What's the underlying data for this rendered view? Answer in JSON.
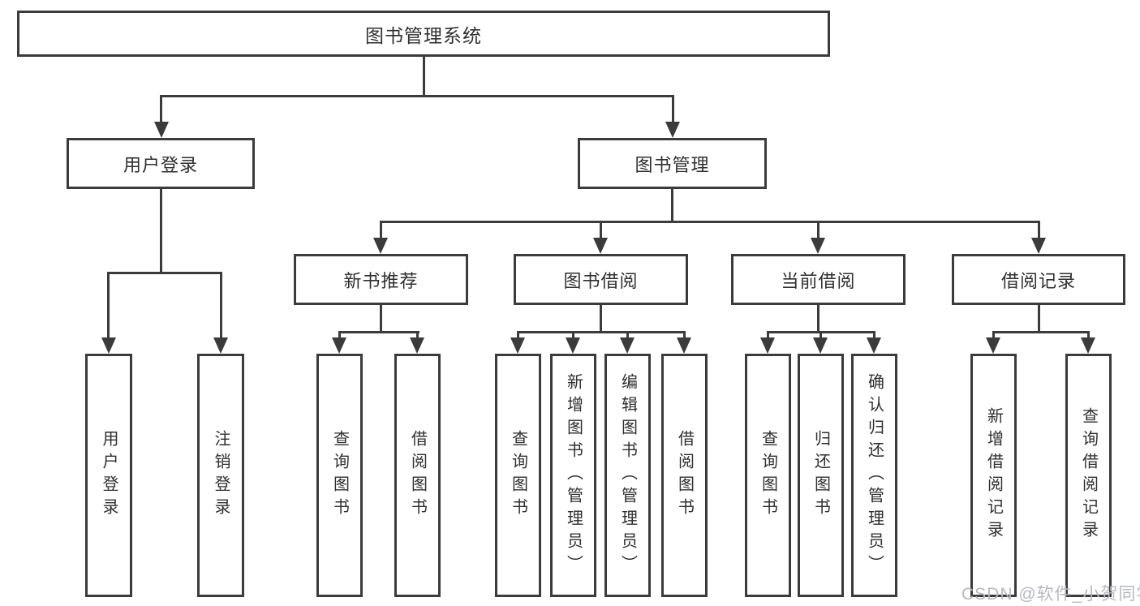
{
  "tree": {
    "root": {
      "label": "图书管理系统"
    },
    "branches": [
      {
        "label": "用户登录",
        "children": [
          {
            "label": "用户登录"
          },
          {
            "label": "注销登录"
          }
        ]
      },
      {
        "label": "图书管理",
        "children": [
          {
            "label": "新书推荐",
            "children": [
              {
                "label": "查询图书"
              },
              {
                "label": "借阅图书"
              }
            ]
          },
          {
            "label": "图书借阅",
            "children": [
              {
                "label": "查询图书"
              },
              {
                "label": "新增图书（管理员）"
              },
              {
                "label": "编辑图书（管理员）"
              },
              {
                "label": "借阅图书"
              }
            ]
          },
          {
            "label": "当前借阅",
            "children": [
              {
                "label": "查询图书"
              },
              {
                "label": "归还图书"
              },
              {
                "label": "确认归还（管理员）"
              }
            ]
          },
          {
            "label": "借阅记录",
            "children": [
              {
                "label": "新增借阅记录"
              },
              {
                "label": "查询借阅记录"
              }
            ]
          }
        ]
      }
    ]
  },
  "watermark": {
    "text": "CSDN @软件_小贺同学",
    "color": "#b5b9c0"
  },
  "colors": {
    "line": "#3b3b3b",
    "text": "#2f2f2f",
    "background": "#ffffff"
  }
}
